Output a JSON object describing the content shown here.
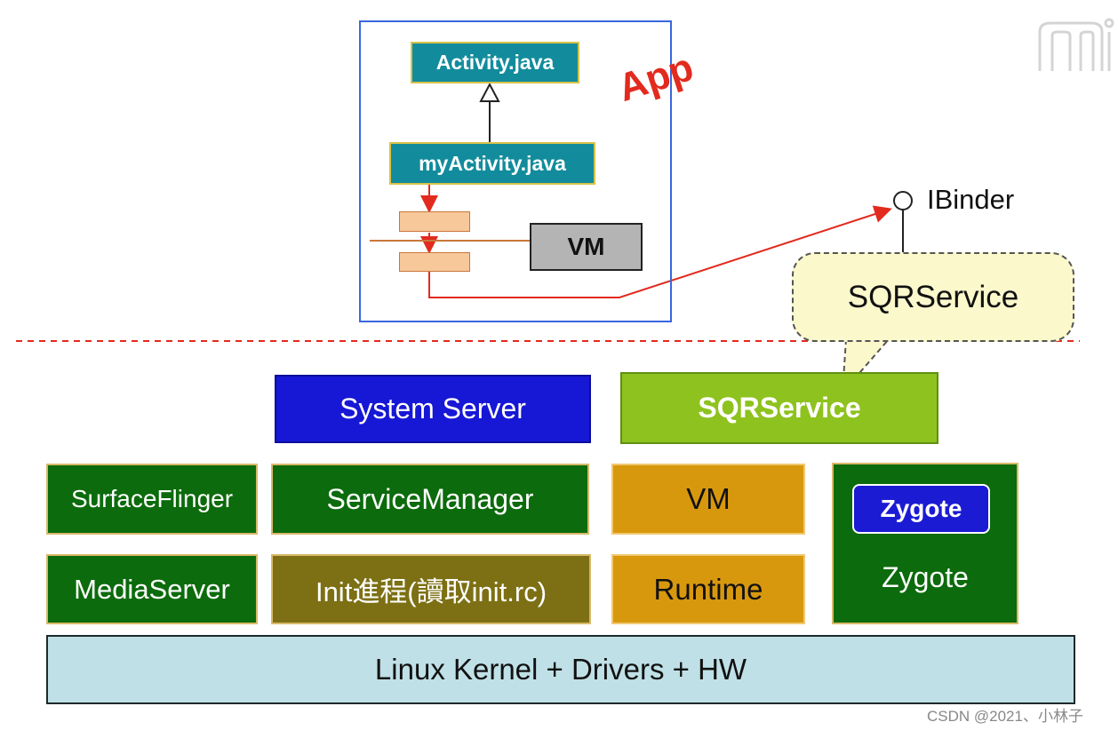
{
  "app": {
    "class_parent": "Activity.java",
    "class_child": "myActivity.java",
    "vm_label": "VM",
    "app_label": "App"
  },
  "binder": {
    "interface_label": "IBinder",
    "callout_label": "SQRService"
  },
  "framework": {
    "system_server": "System Server",
    "sqr_service": "SQRService"
  },
  "native": {
    "surface_flinger": "SurfaceFlinger",
    "service_manager": "ServiceManager",
    "vm": "VM",
    "media_server": "MediaServer",
    "init_process": "Init進程(讀取init.rc)",
    "runtime": "Runtime",
    "zygote_badge": "Zygote",
    "zygote_label": "Zygote"
  },
  "kernel": {
    "label": "Linux Kernel + Drivers + HW"
  },
  "watermark": {
    "text": "CSDN @2021、小林子"
  },
  "colors": {
    "app_frame": "#3a66e0",
    "teal": "#128c9c",
    "system_server": "#1717d6",
    "sqr_service": "#8ec21e",
    "native_green": "#0c6b0c",
    "init_olive": "#7d7014",
    "runtime_amber": "#d8980e",
    "kernel": "#bfe0e6",
    "arrow_red": "#e22a1e",
    "callout_fill": "#fbf8cc"
  }
}
